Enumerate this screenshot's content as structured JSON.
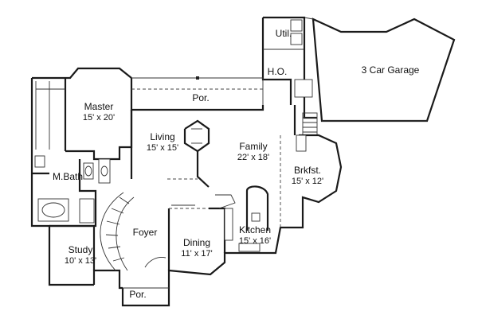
{
  "rooms": {
    "util": {
      "name": "Util.",
      "dims": ""
    },
    "ho": {
      "name": "H.O.",
      "dims": ""
    },
    "garage": {
      "name": "3 Car Garage",
      "dims": ""
    },
    "master": {
      "name": "Master",
      "dims": "15' x 20'"
    },
    "porch_rear": {
      "name": "Por.",
      "dims": ""
    },
    "living": {
      "name": "Living",
      "dims": "15' x 15'"
    },
    "family": {
      "name": "Family",
      "dims": "22' x 18'"
    },
    "brkfst": {
      "name": "Brkfst.",
      "dims": "15' x 12'"
    },
    "mbath": {
      "name": "M.Bath",
      "dims": ""
    },
    "foyer": {
      "name": "Foyer",
      "dims": ""
    },
    "dining": {
      "name": "Dining",
      "dims": "11' x 17'"
    },
    "kitchen": {
      "name": "Kitchen",
      "dims": "15' x 16'"
    },
    "study": {
      "name": "Study",
      "dims": "10' x 13'"
    },
    "porch_front": {
      "name": "Por.",
      "dims": ""
    }
  }
}
